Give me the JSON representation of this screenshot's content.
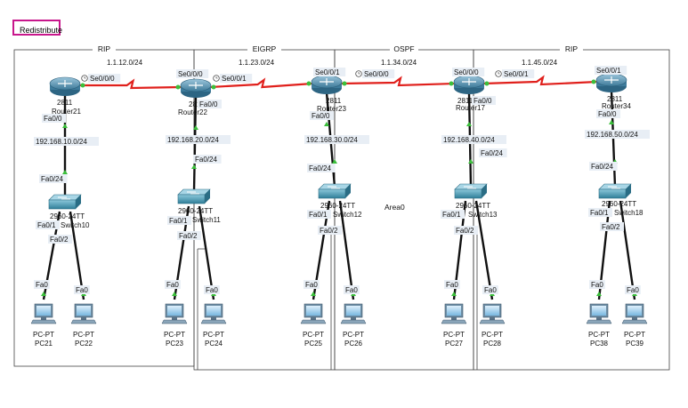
{
  "button": {
    "label": "Redistribute"
  },
  "areas": [
    {
      "label": "RIP"
    },
    {
      "label": "EIGRP"
    },
    {
      "label": "OSPF"
    },
    {
      "label": "RIP"
    }
  ],
  "area_tag": "Area0",
  "serial_networks": [
    "1.1.12.0/24",
    "1.1.23.0/24",
    "1.1.34.0/24",
    "1.1.45.0/24"
  ],
  "routers": [
    {
      "model": "2811",
      "name": "Router21",
      "fa": "Fa0/0",
      "serials": [
        "Se0/0/0"
      ]
    },
    {
      "model": "2811",
      "name": "Router22",
      "fa": "Fa0/0",
      "serials": [
        "Se0/0/0",
        "Se0/0/1"
      ]
    },
    {
      "model": "2811",
      "name": "Router23",
      "fa": "Fa0/0",
      "serials": [
        "Se0/0/1",
        "Se0/0/0"
      ]
    },
    {
      "model": "2811",
      "name": "Router17",
      "fa": "Fa0/0",
      "serials": [
        "Se0/0/0",
        "Se0/0/1"
      ]
    },
    {
      "model": "2811",
      "name": "Router34",
      "fa": "Fa0/0",
      "serials": [
        "Se0/0/1"
      ]
    }
  ],
  "lans": [
    {
      "network": "192.168.10.0/24",
      "sw_port_up": "Fa0/24",
      "switch_model": "2960-24TT",
      "switch_name": "Switch10",
      "sw_port_l": "Fa0/1",
      "sw_port_r": "Fa0/2",
      "pcs": [
        {
          "type": "PC-PT",
          "name": "PC21",
          "port": "Fa0"
        },
        {
          "type": "PC-PT",
          "name": "PC22",
          "port": "Fa0"
        }
      ]
    },
    {
      "network": "192.168.20.0/24",
      "sw_port_up": "Fa0/24",
      "switch_model": "2960-24TT",
      "switch_name": "Switch11",
      "sw_port_l": "Fa0/1",
      "sw_port_r": "Fa0/2",
      "pcs": [
        {
          "type": "PC-PT",
          "name": "PC23",
          "port": "Fa0"
        },
        {
          "type": "PC-PT",
          "name": "PC24",
          "port": "Fa0"
        }
      ]
    },
    {
      "network": "192.168.30.0/24",
      "sw_port_up": "Fa0/24",
      "switch_model": "2960-24TT",
      "switch_name": "Switch12",
      "sw_port_l": "Fa0/1",
      "sw_port_r": "Fa0/2",
      "pcs": [
        {
          "type": "PC-PT",
          "name": "PC25",
          "port": "Fa0"
        },
        {
          "type": "PC-PT",
          "name": "PC26",
          "port": "Fa0"
        }
      ]
    },
    {
      "network": "192.168.40.0/24",
      "sw_port_up": "Fa0/24",
      "switch_model": "2960-24TT",
      "switch_name": "Switch13",
      "sw_port_l": "Fa0/1",
      "sw_port_r": "Fa0/2",
      "pcs": [
        {
          "type": "PC-PT",
          "name": "PC27",
          "port": "Fa0"
        },
        {
          "type": "PC-PT",
          "name": "PC28",
          "port": "Fa0"
        }
      ]
    },
    {
      "network": "192.168.50.0/24",
      "sw_port_up": "Fa0/24",
      "switch_model": "2960-24TT",
      "switch_name": "Switch18",
      "sw_port_l": "Fa0/1",
      "sw_port_r": "Fa0/2",
      "pcs": [
        {
          "type": "PC-PT",
          "name": "PC38",
          "port": "Fa0"
        },
        {
          "type": "PC-PT",
          "name": "PC39",
          "port": "Fa0"
        }
      ]
    }
  ],
  "colors": {
    "serial_link": "#e0201c",
    "ethernet_link": "#111111",
    "link_up": "#3bbf3b",
    "router": "#4d8fb0",
    "switch": "#4a9bb5",
    "button_border": "#c8178c"
  }
}
